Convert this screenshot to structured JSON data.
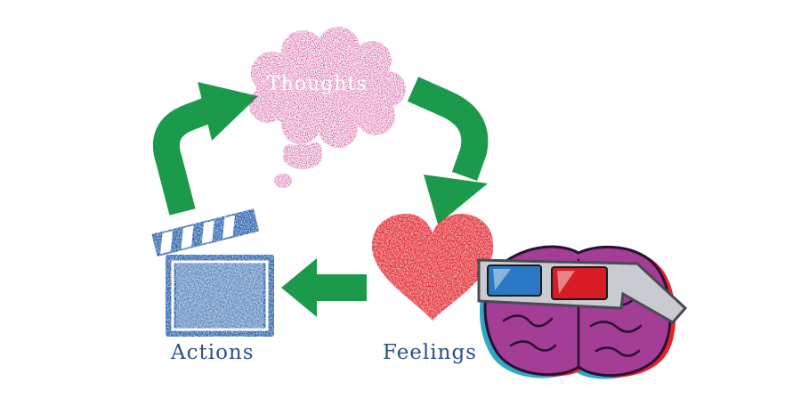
{
  "labels": {
    "thoughts": "Thoughts",
    "feelings": "Feelings",
    "actions": "Actions"
  },
  "colors": {
    "arrow": "#1a9a4a",
    "thought_cloud": "#c2187a",
    "heart": "#e2232a",
    "clapperboard": "#1d5aa6",
    "label_text_light": "#ffffff",
    "label_text_dark": "#2b4f8c",
    "brain": "#a33d95",
    "glasses_left_lens": "#2b78c5",
    "glasses_right_lens": "#d71c24"
  },
  "nodes": [
    {
      "id": "thoughts",
      "icon": "thought-cloud-icon"
    },
    {
      "id": "feelings",
      "icon": "heart-icon"
    },
    {
      "id": "actions",
      "icon": "clapperboard-icon"
    }
  ],
  "edges": [
    {
      "from": "actions",
      "to": "thoughts"
    },
    {
      "from": "thoughts",
      "to": "feelings"
    },
    {
      "from": "feelings",
      "to": "actions"
    }
  ],
  "decorations": [
    "brain-with-3d-glasses-icon"
  ]
}
